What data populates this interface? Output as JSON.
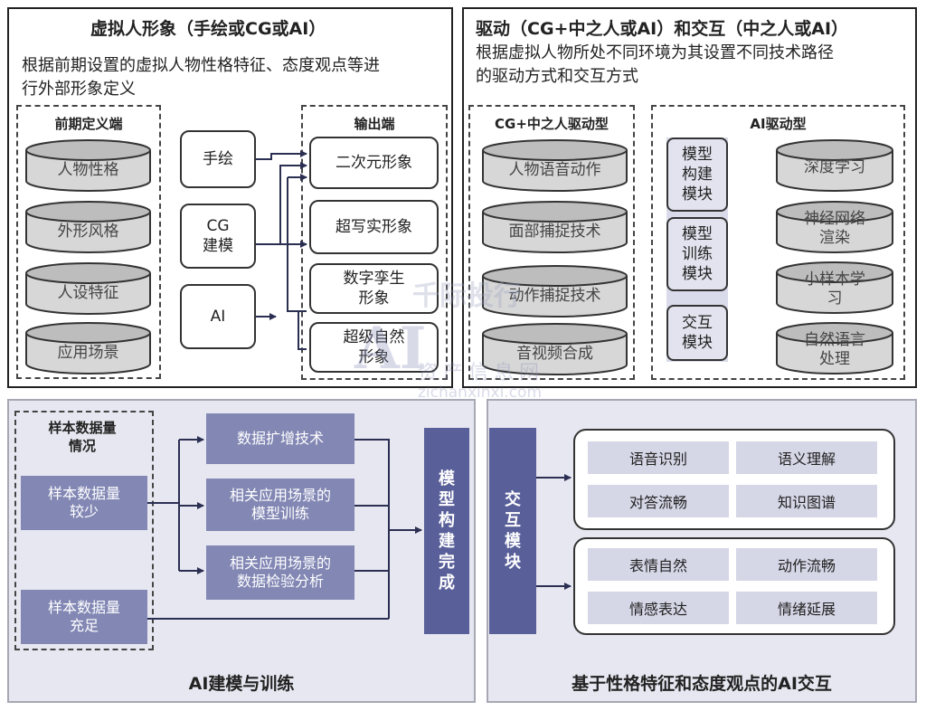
{
  "top_left": {
    "title": "虚拟人形象（手绘或CG或AI）",
    "desc_line1": "根据前期设置的虚拟人物性格特征、态度观点等进",
    "desc_line2": "行外部形象定义",
    "def_group": {
      "label": "前期定义端",
      "items": [
        "人物性格",
        "外形风格",
        "人设特征",
        "应用场景"
      ]
    },
    "methods": [
      "手绘",
      "CG\n建模",
      "AI"
    ],
    "output_group": {
      "label": "输出端",
      "items": [
        "二次元形象",
        "超写实形象",
        "数字孪生\n形象",
        "超级自然\n形象"
      ]
    }
  },
  "top_right": {
    "title": "驱动（CG+中之人或AI）和交互（中之人或AI）",
    "desc_line1": "根据虚拟人物所处不同环境为其设置不同技术路径",
    "desc_line2": "的驱动方式和交互方式",
    "cg_group": {
      "label": "CG+中之人驱动型",
      "items": [
        "人物语音动作",
        "面部捕捉技术",
        "动作捕捉技术",
        "音视频合成"
      ]
    },
    "ai_group": {
      "label": "AI驱动型",
      "modules": [
        "模型\n构建\n模块",
        "模型\n训练\n模块",
        "交互\n模块"
      ],
      "techs": [
        "深度学习",
        "神经网络\n渲染",
        "小样本学\n习",
        "自然语言\n处理"
      ]
    }
  },
  "bottom_left": {
    "title": "AI建模与训练",
    "sample_group": {
      "label": "样本数据量\n情况",
      "few": "样本数据量\n较少",
      "enough": "样本数据量\n充足"
    },
    "steps": [
      "数据扩增技术",
      "相关应用场景的\n模型训练",
      "相关应用场景的\n数据检验分析"
    ],
    "result": "模\n型\n构\n建\n完\n成"
  },
  "bottom_right": {
    "title": "基于性格特征和态度观点的AI交互",
    "module": "交\n互\n模\n块",
    "group1": [
      "语音识别",
      "语义理解",
      "对答流畅",
      "知识图谱"
    ],
    "group2": [
      "表情自然",
      "动作流畅",
      "情感表达",
      "情绪延展"
    ]
  },
  "watermark": {
    "brand": "千际投行",
    "site_cn": "资产信息网",
    "site_url": "zichanxinxi.com"
  }
}
